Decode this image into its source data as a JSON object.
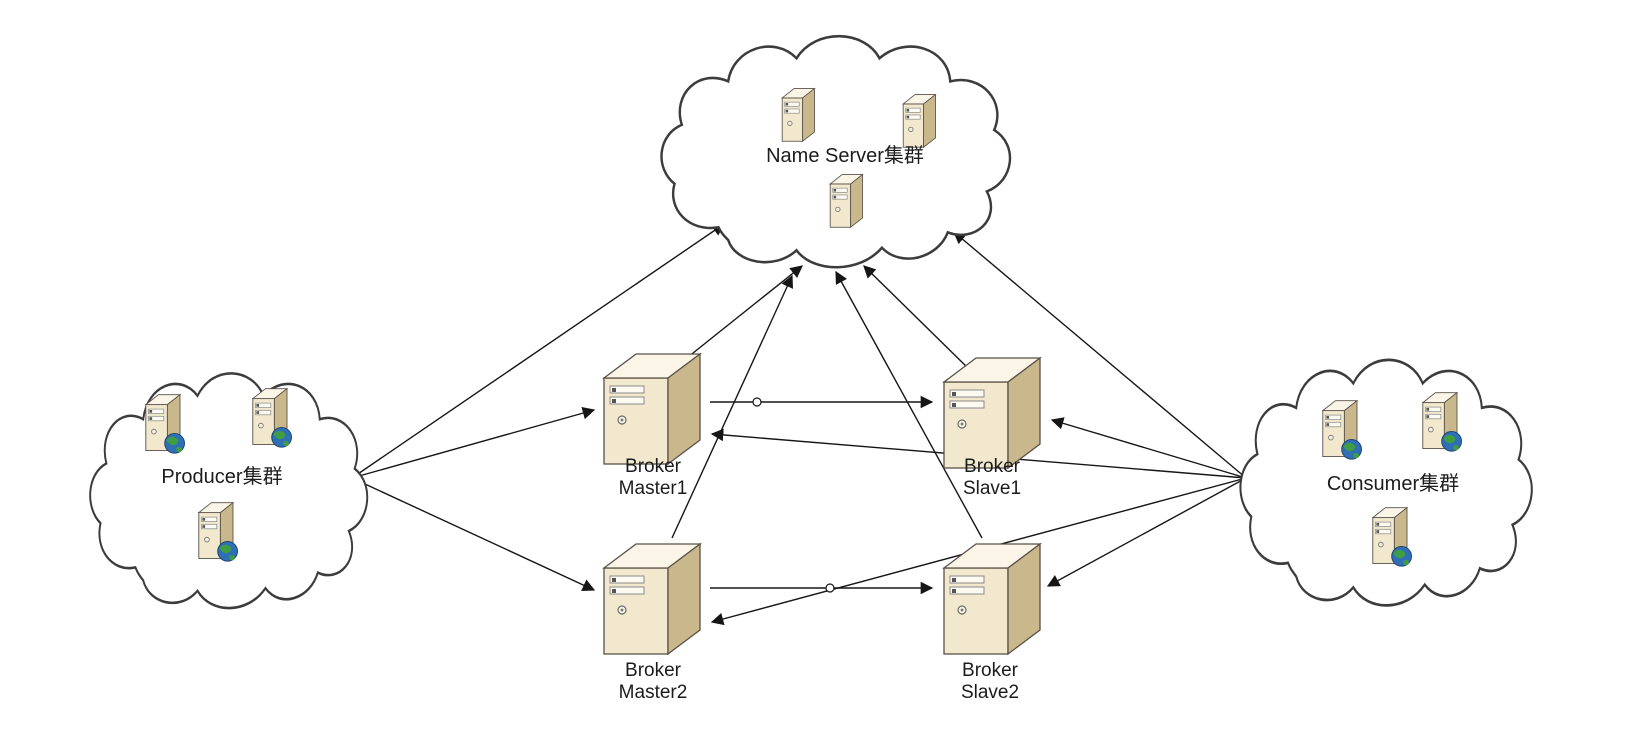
{
  "diagram": {
    "type": "architecture-diagram",
    "clusters": {
      "name_server": {
        "label": "Name Server集群",
        "server_count": 3
      },
      "producer": {
        "label": "Producer集群",
        "server_count": 3
      },
      "consumer": {
        "label": "Consumer集群",
        "server_count": 3
      }
    },
    "brokers": {
      "master1": {
        "line1": "Broker",
        "line2": "Master1"
      },
      "slave1": {
        "line1": "Broker",
        "line2": "Slave1"
      },
      "master2": {
        "line1": "Broker",
        "line2": "Master2"
      },
      "slave2": {
        "line1": "Broker",
        "line2": "Slave2"
      }
    },
    "edges": [
      {
        "from": "producer-cluster",
        "to": "name-server-cluster"
      },
      {
        "from": "producer-cluster",
        "to": "broker-master1"
      },
      {
        "from": "producer-cluster",
        "to": "broker-master2"
      },
      {
        "from": "broker-master1",
        "to": "name-server-cluster"
      },
      {
        "from": "broker-slave1",
        "to": "name-server-cluster"
      },
      {
        "from": "broker-master2",
        "to": "name-server-cluster"
      },
      {
        "from": "broker-slave2",
        "to": "name-server-cluster"
      },
      {
        "from": "consumer-cluster",
        "to": "name-server-cluster"
      },
      {
        "from": "consumer-cluster",
        "to": "broker-master1"
      },
      {
        "from": "consumer-cluster",
        "to": "broker-slave1"
      },
      {
        "from": "consumer-cluster",
        "to": "broker-master2"
      },
      {
        "from": "consumer-cluster",
        "to": "broker-slave2"
      },
      {
        "from": "broker-master1",
        "to": "broker-slave1"
      },
      {
        "from": "broker-master2",
        "to": "broker-slave2"
      }
    ],
    "icons": {
      "cloud": "cloud-outline",
      "small_server": "server-tower-icon",
      "small_server_globe": "server-with-globe-icon",
      "broker_server": "large-server-box-icon"
    },
    "colors": {
      "background": "#ffffff",
      "server_front": "#f1e8cd",
      "server_side": "#c9b88b",
      "server_top": "#faf5e6",
      "outline": "#5a5148",
      "arrow": "#161616",
      "globe_sea": "#2f6fb7",
      "globe_land": "#3f9e42"
    }
  }
}
